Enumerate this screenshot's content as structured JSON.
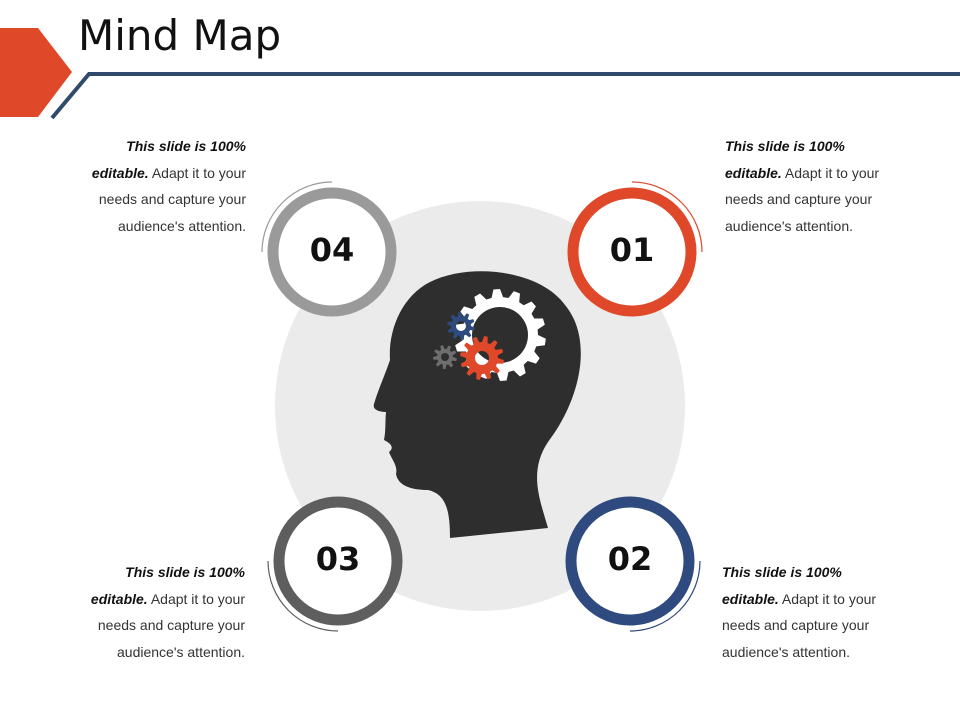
{
  "slide": {
    "title": "Mind Map"
  },
  "colors": {
    "accent_orange": "#E0482A",
    "rule_navy": "#2F4A6B",
    "ring_01": "#E0482A",
    "ring_02": "#2E4A7E",
    "ring_03": "#5E5E5E",
    "ring_04": "#9A9A9A",
    "backdrop": "#EBEBEB",
    "head": "#2E2E2E",
    "gear_white": "#FFFFFF",
    "gear_red": "#E0482A",
    "gear_blue": "#2E4A7E",
    "gear_gray": "#6E6E6E"
  },
  "icons": [
    "human-head-icon",
    "gears-icon"
  ],
  "nodes": [
    {
      "number": "01",
      "emphasis": "This slide is 100% editable.",
      "text": "Adapt it to your needs and capture your audience's attention."
    },
    {
      "number": "02",
      "emphasis": "This slide is 100% editable.",
      "text": "Adapt it to your needs and capture your audience's attention."
    },
    {
      "number": "03",
      "emphasis": "This slide is 100% editable.",
      "text": "Adapt it to your needs and capture your audience's attention."
    },
    {
      "number": "04",
      "emphasis": "This slide is 100% editable.",
      "text": "Adapt it to your needs and capture your audience's attention."
    }
  ]
}
